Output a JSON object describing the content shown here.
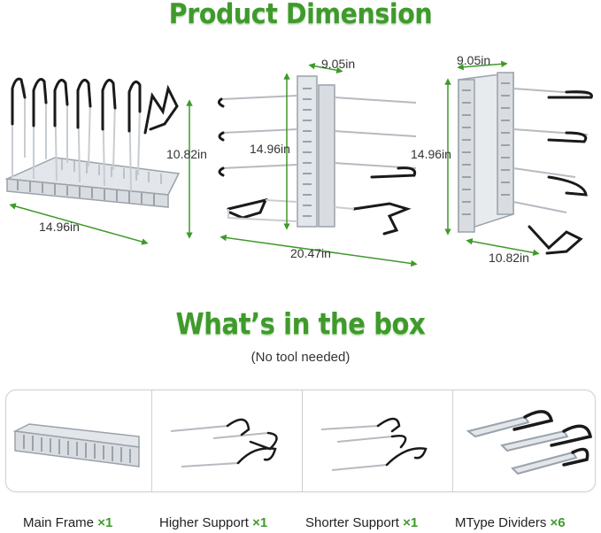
{
  "header": {
    "title": "Product Dimension"
  },
  "dimensions": {
    "view1": {
      "depth": "14.96in",
      "height": "10.82in"
    },
    "view2": {
      "width": "9.05in",
      "height": "14.96in",
      "length": "20.47in"
    },
    "view3": {
      "width": "9.05in",
      "height": "14.96in",
      "depth": "10.82in"
    }
  },
  "box": {
    "title": "What’s in the box",
    "subtitle": "(No tool needed)",
    "items": [
      {
        "name": "Main Frame",
        "qty": "×1"
      },
      {
        "name": "Higher Support",
        "qty": "×1"
      },
      {
        "name": "Shorter Support",
        "qty": "×1"
      },
      {
        "name": "MType Dividers",
        "qty": "×6"
      }
    ]
  },
  "colors": {
    "accent_green": "#3f9a2c",
    "frame_gray": "#d9dde2",
    "wire_black": "#1a1a1a"
  }
}
